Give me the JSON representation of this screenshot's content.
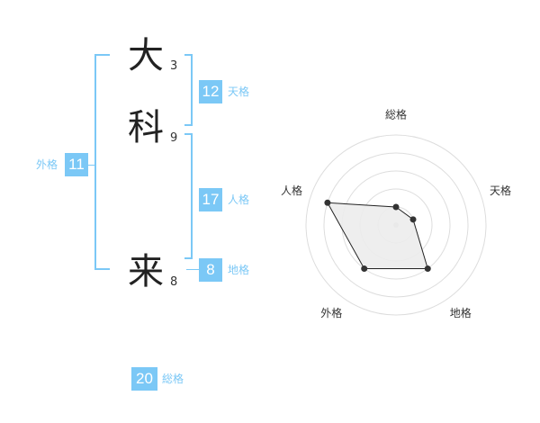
{
  "name": {
    "chars": [
      {
        "char": "大",
        "strokes": "3"
      },
      {
        "char": "科",
        "strokes": "9"
      },
      {
        "char": "来",
        "strokes": "8"
      }
    ]
  },
  "kaku": {
    "tenkaku": {
      "value": "12",
      "label": "天格"
    },
    "jinkaku": {
      "value": "17",
      "label": "人格"
    },
    "chikaku": {
      "value": "8",
      "label": "地格"
    },
    "gaikaku": {
      "value": "11",
      "label": "外格"
    },
    "soukaku": {
      "value": "20",
      "label": "総格"
    }
  },
  "chart_data": {
    "type": "radar",
    "axes": [
      "総格",
      "天格",
      "地格",
      "外格",
      "人格"
    ],
    "values": [
      1,
      1,
      3,
      3,
      4
    ],
    "max": 5,
    "rings": 5,
    "colors": {
      "fill": "#ececec",
      "stroke": "#222222",
      "grid": "#dddddd",
      "accent": "#7bc8f6"
    }
  }
}
